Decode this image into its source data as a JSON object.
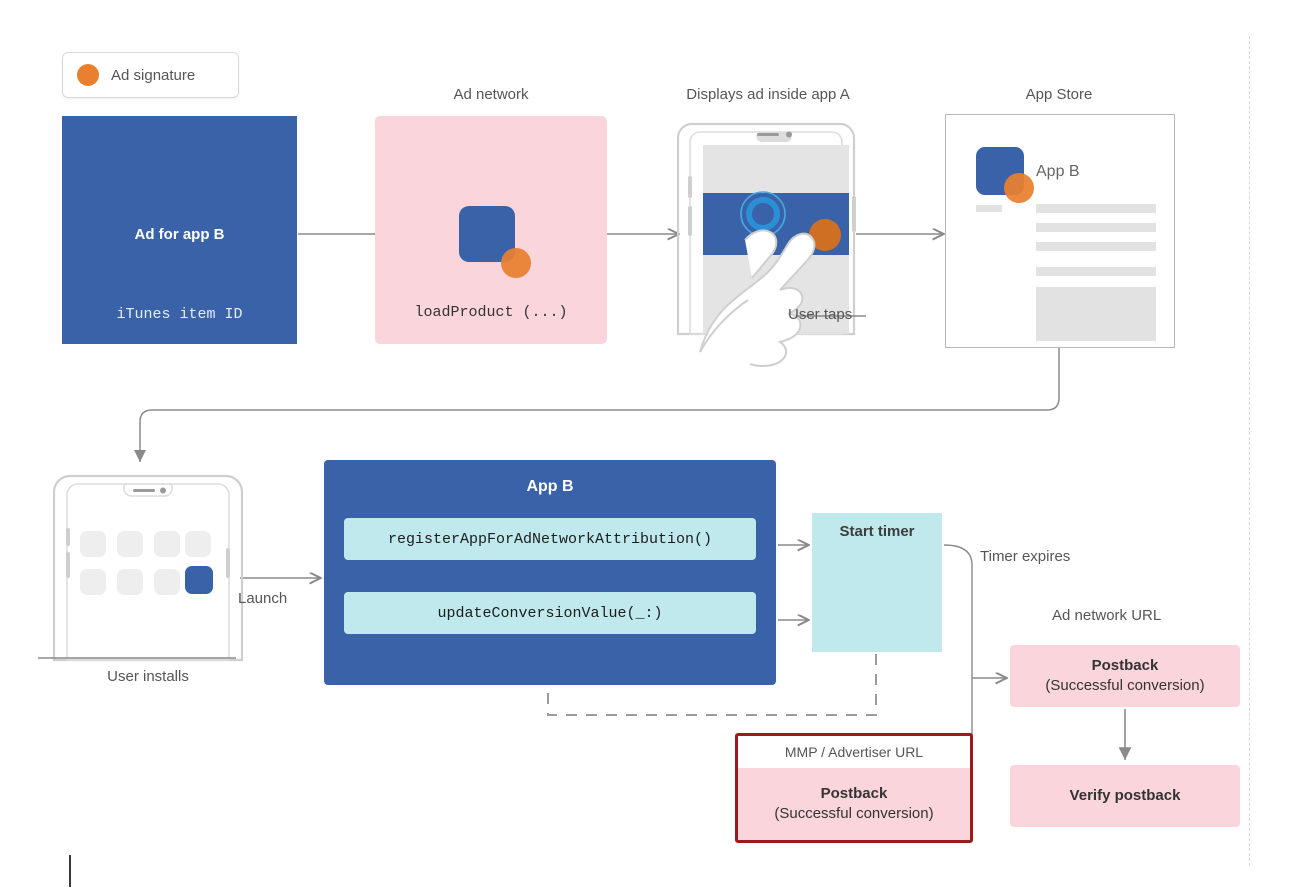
{
  "legend": {
    "label": "Ad signature",
    "dot_color": "#e8802e"
  },
  "colors": {
    "blue": "#3a62a8",
    "pink": "#fbd5dc",
    "teal": "#bfe9ec",
    "orange": "#e8802e",
    "red_border": "#9c1a1a",
    "arrow_gray": "#8a8a8a",
    "text_gray": "#565656"
  },
  "top_row": {
    "ad_box": {
      "title": "Ad for app B",
      "subtitle": "iTunes item ID"
    },
    "ad_network": {
      "caption": "Ad network",
      "code": "loadProduct (...)"
    },
    "phone_a": {
      "caption": "Displays ad inside app A",
      "footnote": "User taps"
    },
    "app_store": {
      "caption": "App Store",
      "app_name": "App B"
    }
  },
  "bottom_row": {
    "phone_b": {
      "caption": "User installs"
    },
    "launch_label": "Launch",
    "app_b": {
      "title": "App B",
      "functions": [
        "registerAppForAdNetworkAttribution()",
        "updateConversionValue(_:)"
      ]
    },
    "timer": {
      "label": "Start timer"
    },
    "timer_expires_label": "Timer expires",
    "ad_network_url_label": "Ad network URL",
    "postback_ad_network": {
      "line1": "Postback",
      "line2": "(Successful conversion)"
    },
    "verify_postback": {
      "line1": "Verify postback"
    },
    "mmp": {
      "header": "MMP / Advertiser URL",
      "line1": "Postback",
      "line2": "(Successful conversion)"
    }
  }
}
